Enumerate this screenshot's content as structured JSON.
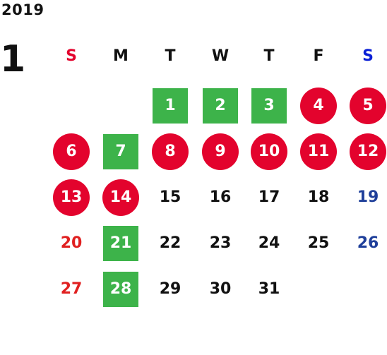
{
  "calendar": {
    "year": "2019",
    "month": "1",
    "weekdays": [
      {
        "label": "S",
        "color": "#e3032d"
      },
      {
        "label": "M",
        "color": "#111111"
      },
      {
        "label": "T",
        "color": "#111111"
      },
      {
        "label": "W",
        "color": "#111111"
      },
      {
        "label": "T",
        "color": "#111111"
      },
      {
        "label": "F",
        "color": "#111111"
      },
      {
        "label": "S",
        "color": "#0a1fd6"
      }
    ],
    "colors": {
      "holiday_red": "#e3032d",
      "green_mark": "#3db34a",
      "sunday_text": "#e02020",
      "saturday_text": "#1f3f9a"
    },
    "weeks": [
      [
        {
          "day": "",
          "style": "empty"
        },
        {
          "day": "",
          "style": "empty"
        },
        {
          "day": "1",
          "style": "green"
        },
        {
          "day": "2",
          "style": "green"
        },
        {
          "day": "3",
          "style": "green"
        },
        {
          "day": "4",
          "style": "red"
        },
        {
          "day": "5",
          "style": "red"
        }
      ],
      [
        {
          "day": "6",
          "style": "red"
        },
        {
          "day": "7",
          "style": "green"
        },
        {
          "day": "8",
          "style": "red"
        },
        {
          "day": "9",
          "style": "red"
        },
        {
          "day": "10",
          "style": "red"
        },
        {
          "day": "11",
          "style": "red"
        },
        {
          "day": "12",
          "style": "red"
        }
      ],
      [
        {
          "day": "13",
          "style": "red"
        },
        {
          "day": "14",
          "style": "red"
        },
        {
          "day": "15",
          "style": "plain"
        },
        {
          "day": "16",
          "style": "plain"
        },
        {
          "day": "17",
          "style": "plain"
        },
        {
          "day": "18",
          "style": "plain"
        },
        {
          "day": "19",
          "style": "sat-plain"
        }
      ],
      [
        {
          "day": "20",
          "style": "sun-plain"
        },
        {
          "day": "21",
          "style": "green"
        },
        {
          "day": "22",
          "style": "plain"
        },
        {
          "day": "23",
          "style": "plain"
        },
        {
          "day": "24",
          "style": "plain"
        },
        {
          "day": "25",
          "style": "plain"
        },
        {
          "day": "26",
          "style": "sat-plain"
        }
      ],
      [
        {
          "day": "27",
          "style": "sun-plain"
        },
        {
          "day": "28",
          "style": "green"
        },
        {
          "day": "29",
          "style": "plain"
        },
        {
          "day": "30",
          "style": "plain"
        },
        {
          "day": "31",
          "style": "plain"
        },
        {
          "day": "",
          "style": "empty"
        },
        {
          "day": "",
          "style": "empty"
        }
      ]
    ]
  }
}
